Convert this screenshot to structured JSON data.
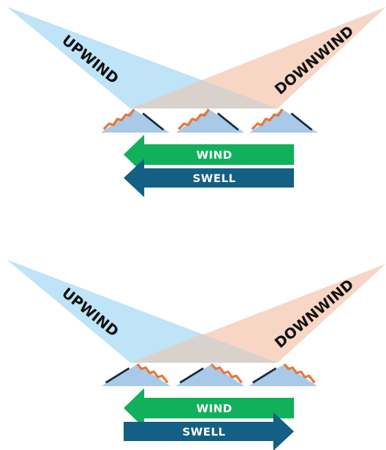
{
  "colors": {
    "upwind_fill": "#bfe3f7",
    "downwind_fill": "#f7d6c6",
    "overlap_fill": "#d9d2cc",
    "wave_body": "#a9c9e8",
    "wave_ripple": "#e9763a",
    "wave_face_line": "#142c3c",
    "wind_arrow": "#11b15b",
    "swell_arrow": "#145f84"
  },
  "panels": [
    {
      "upwind_label": "UPWIND",
      "downwind_label": "DOWNWIND",
      "wave_orientation": "ripples-left",
      "wind": {
        "label": "WIND",
        "direction": "left"
      },
      "swell": {
        "label": "SWELL",
        "direction": "left"
      }
    },
    {
      "upwind_label": "UPWIND",
      "downwind_label": "DOWNWIND",
      "wave_orientation": "ripples-right",
      "wind": {
        "label": "WIND",
        "direction": "left"
      },
      "swell": {
        "label": "SWELL",
        "direction": "right"
      }
    }
  ]
}
